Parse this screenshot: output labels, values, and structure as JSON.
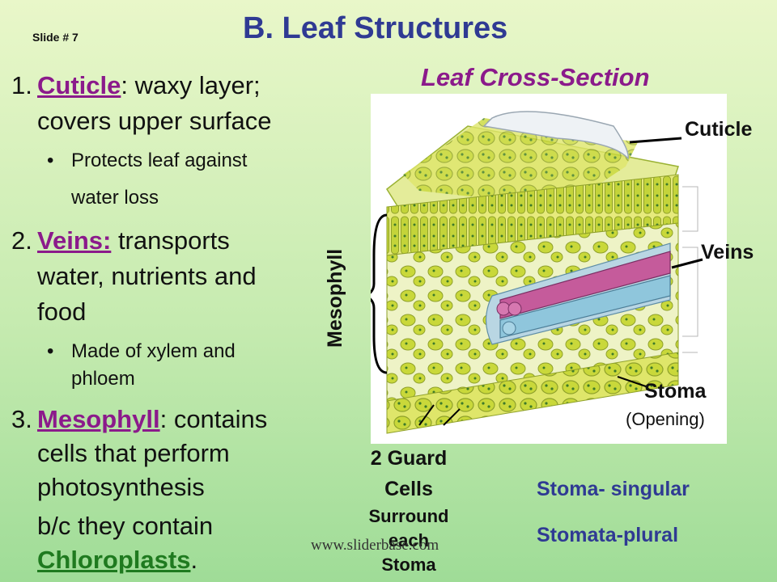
{
  "slide": {
    "number_label": "Slide # 7",
    "title": "B. Leaf Structures",
    "subtitle": "Leaf Cross-Section"
  },
  "items": [
    {
      "number": "1.",
      "term": "Cuticle",
      "rest_line1": ":  waxy layer;",
      "line2": "covers upper surface",
      "bullets": [
        {
          "line1": "Protects leaf against",
          "line2": "water loss"
        }
      ]
    },
    {
      "number": "2.",
      "term": "Veins:",
      "rest_line1": " transports",
      "line2": "water, nutrients and",
      "line3": "food",
      "bullets": [
        {
          "line1": "Made of xylem and",
          "line2": "phloem"
        }
      ]
    },
    {
      "number": "3.",
      "term": "Mesophyll",
      "rest_line1": ": contains",
      "line2": "cells that perform",
      "line3": "photosynthesis",
      "line4_prefix": "b/c they contain",
      "line5_term": "Chloroplasts",
      "line5_suffix": "."
    }
  ],
  "diagram": {
    "labels": {
      "cuticle": "Cuticle",
      "veins": "Veins",
      "stoma": "Stoma",
      "stoma_note": "(Opening)",
      "mesophyll": "Mesophyll",
      "guard_line1": "2 Guard",
      "guard_line2": "Cells",
      "guard_line3": "Surround",
      "guard_line4": "each",
      "guard_line5": "Stoma"
    },
    "colors": {
      "cell_green": "#c9d83a",
      "vein_pink": "#c55b9b",
      "vein_blue": "#8fc6dc",
      "chloroplast": "#3d7a2a"
    }
  },
  "notes": {
    "singular": "Stoma- singular",
    "plural": "Stomata-plural"
  },
  "watermark": "www.sliderbase.com",
  "bullet_char": "•"
}
